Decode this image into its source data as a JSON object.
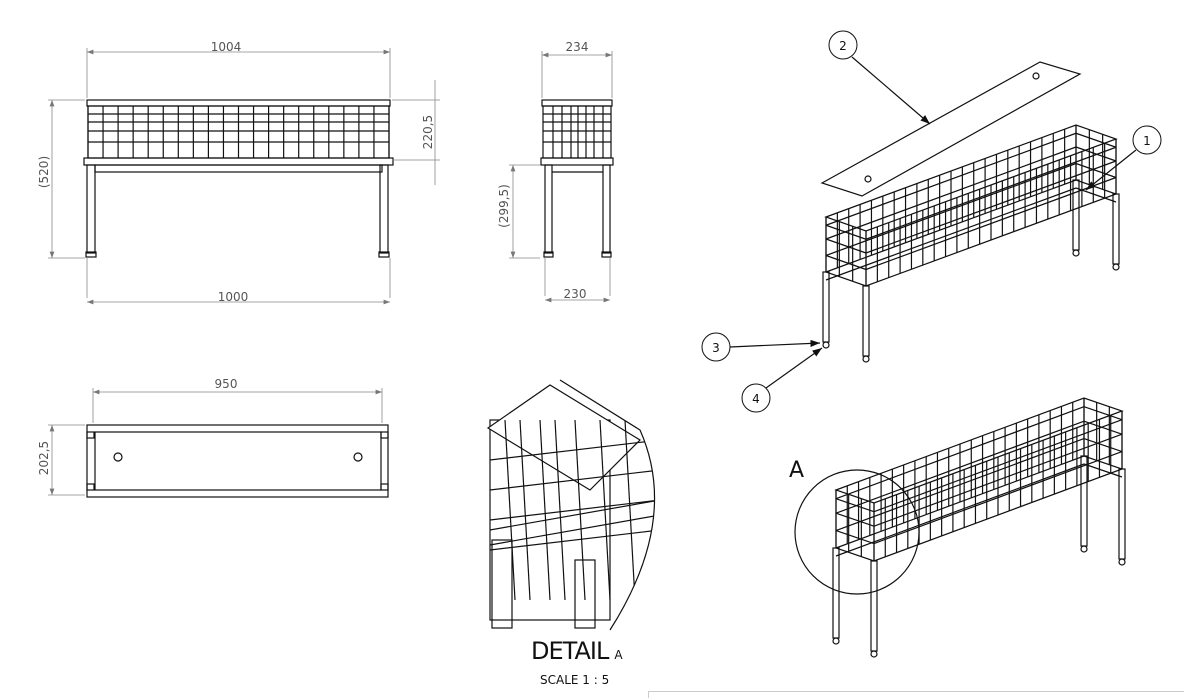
{
  "front_view": {
    "width_top": "1004",
    "width_bottom": "1000",
    "total_height": "(520)",
    "basket_height": "220,5"
  },
  "side_view": {
    "width_top": "234",
    "width_bottom": "230",
    "leg_height": "(299,5)"
  },
  "top_view": {
    "length": "950",
    "depth": "202,5"
  },
  "balloons": [
    "1",
    "2",
    "3",
    "4"
  ],
  "detail": {
    "title": "DETAIL",
    "letter": "A",
    "scale": "SCALE 1 : 5",
    "callout_letter": "A"
  }
}
